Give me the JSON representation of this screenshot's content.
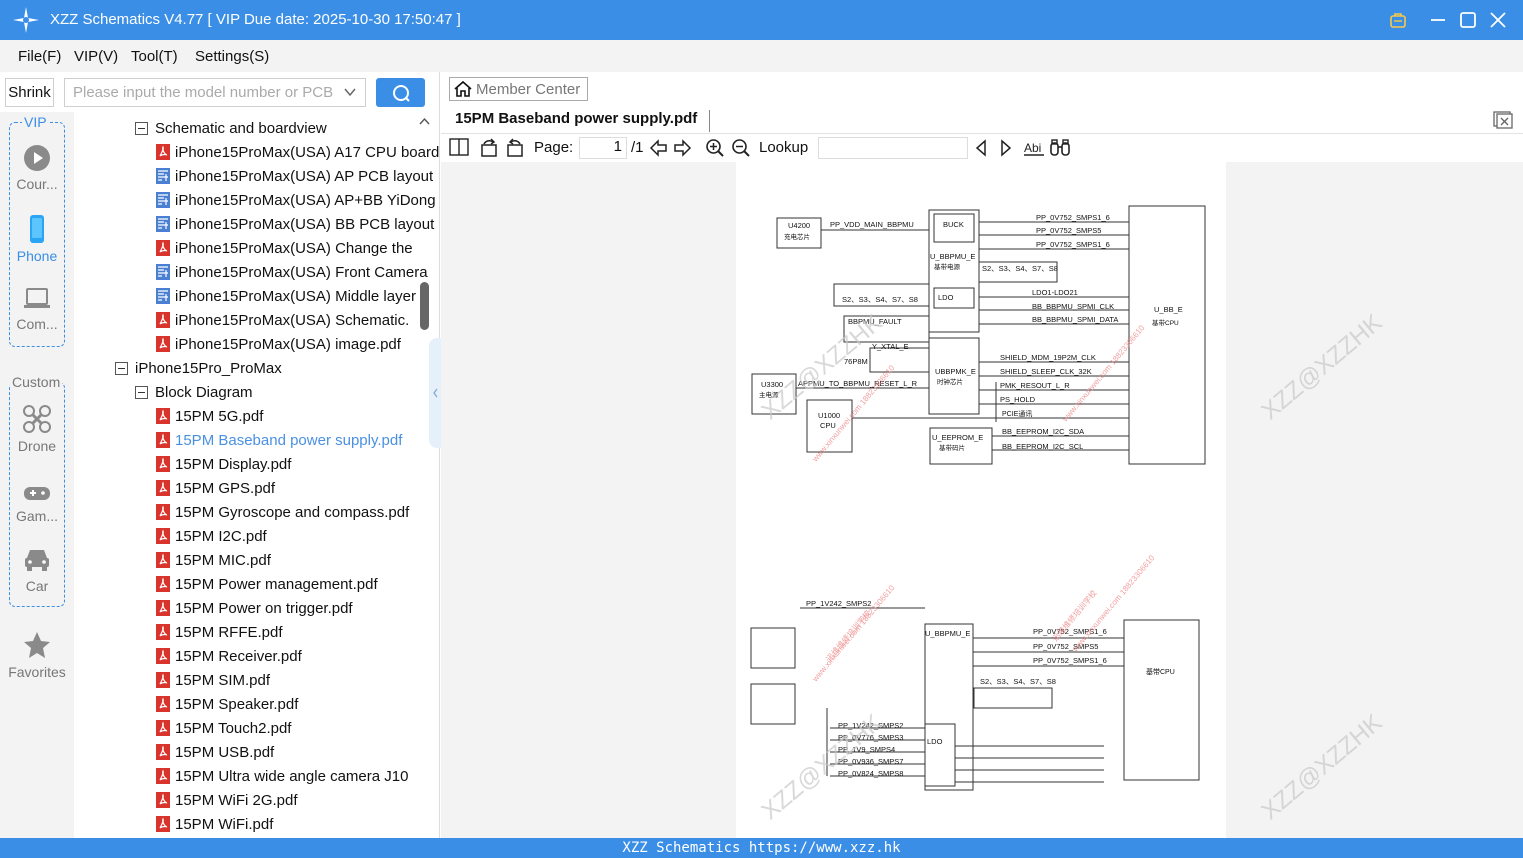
{
  "window": {
    "title": "XZZ Schematics V4.77 [ VIP Due date: 2025-10-30 17:50:47 ]"
  },
  "menu": [
    {
      "label": "File(F)"
    },
    {
      "label": "VIP(V)"
    },
    {
      "label": "Tool(T)"
    },
    {
      "label": "Settings(S)"
    }
  ],
  "left": {
    "shrink_label": "Shrink",
    "search_placeholder": "Please input the model number or PCB"
  },
  "categories": {
    "vip_label": "VIP",
    "custom_label": "Custom",
    "items": [
      {
        "label": "Cour..."
      },
      {
        "label": "Phone"
      },
      {
        "label": "Com..."
      },
      {
        "label": "Drone"
      },
      {
        "label": "Gam..."
      },
      {
        "label": "Car"
      }
    ],
    "favorites_label": "Favorites",
    "active": "Phone"
  },
  "tree": [
    {
      "label": "Schematic and boardview",
      "type": "folder"
    },
    {
      "label": "iPhone15ProMax(USA) A17 CPU board",
      "type": "pdf"
    },
    {
      "label": "iPhone15ProMax(USA) AP PCB layout",
      "type": "pcb"
    },
    {
      "label": "iPhone15ProMax(USA) AP+BB YiDong",
      "type": "pcb"
    },
    {
      "label": "iPhone15ProMax(USA) BB PCB layout",
      "type": "pcb"
    },
    {
      "label": "iPhone15ProMax(USA) Change the",
      "type": "pdf"
    },
    {
      "label": "iPhone15ProMax(USA) Front Camera",
      "type": "pcb"
    },
    {
      "label": "iPhone15ProMax(USA) Middle layer",
      "type": "pcb"
    },
    {
      "label": "iPhone15ProMax(USA) Schematic.",
      "type": "pdf"
    },
    {
      "label": "iPhone15ProMax(USA) image.pdf",
      "type": "pdf"
    },
    {
      "label": "iPhone15Pro_ProMax",
      "type": "folder"
    },
    {
      "label": "Block Diagram",
      "type": "folder"
    },
    {
      "label": "15PM 5G.pdf",
      "type": "pdf"
    },
    {
      "label": "15PM Baseband power supply.pdf",
      "type": "pdf"
    },
    {
      "label": "15PM Display.pdf",
      "type": "pdf"
    },
    {
      "label": "15PM GPS.pdf",
      "type": "pdf"
    },
    {
      "label": "15PM Gyroscope and compass.pdf",
      "type": "pdf"
    },
    {
      "label": "15PM I2C.pdf",
      "type": "pdf"
    },
    {
      "label": "15PM MIC.pdf",
      "type": "pdf"
    },
    {
      "label": "15PM Power management.pdf",
      "type": "pdf"
    },
    {
      "label": "15PM Power on trigger.pdf",
      "type": "pdf"
    },
    {
      "label": "15PM RFFE.pdf",
      "type": "pdf"
    },
    {
      "label": "15PM Receiver.pdf",
      "type": "pdf"
    },
    {
      "label": "15PM SIM.pdf",
      "type": "pdf"
    },
    {
      "label": "15PM Speaker.pdf",
      "type": "pdf"
    },
    {
      "label": "15PM Touch2.pdf",
      "type": "pdf"
    },
    {
      "label": "15PM USB.pdf",
      "type": "pdf"
    },
    {
      "label": "15PM Ultra wide angle camera J10",
      "type": "pdf"
    },
    {
      "label": "15PM WiFi 2G.pdf",
      "type": "pdf"
    },
    {
      "label": "15PM WiFi.pdf",
      "type": "pdf"
    }
  ],
  "tree_selected": "15PM Baseband power supply.pdf",
  "viewer": {
    "member_center": "Member Center",
    "tab_title": "15PM Baseband power supply.pdf",
    "page_label": "Page:",
    "page_current": "1",
    "page_total": "/1",
    "lookup_label": "Lookup"
  },
  "schematic": {
    "top": {
      "u4200": "U4200",
      "u4200_cn": "充电芯片",
      "pp_vdd": "PP_VDD_MAIN_BBPMU",
      "buck": "BUCK",
      "ubbpmu": "U_BBPMU_E",
      "ubbpmu_cn": "基带电源",
      "out1": "PP_0V752_SMPS1_6",
      "out2": "PP_0V752_SMPS5",
      "out3": "PP_0V752_SMPS1_6",
      "s_list1": "S2、S3、S4、S7、S8",
      "s_list2": "S2、S3、S4、S7、S8",
      "ldo": "LDO",
      "ldo_range": "LDO1-LDO21",
      "spmi_clk": "BB_BBPMU_SPMI_CLK",
      "spmi_data": "BB_BBPMU_SPMI_DATA",
      "fault": "BBPMU_FAULT",
      "xtal": "Y_XTAL_E",
      "f76": "76P8M",
      "ubbpmk": "UBBPMK_E",
      "ubbpmk_cn": "时钟芯片",
      "u3300": "U3300",
      "u3300_cn": "主电源",
      "reset": "APPMU_TO_BBPMU_RESET_L_R",
      "u1000": "U1000",
      "cpu": "CPU",
      "shield_mdm": "SHIELD_MDM_19P2M_CLK",
      "shield_sleep": "SHIELD_SLEEP_CLK_32K",
      "pmk_resout": "PMK_RESOUT_L_R",
      "ps_hold": "PS_HOLD",
      "pcie": "PCIE通讯",
      "ueeprom": "U_EEPROM_E",
      "ueeprom_cn": "基带码片",
      "eeprom_sda": "BB_EEPROM_I2C_SDA",
      "eeprom_scl": "BB_EEPROM_I2C_SCL",
      "ubbe": "U_BB_E",
      "ubbe_cn": "基带CPU"
    },
    "bottom": {
      "pp1v242": "PP_1V242_SMPS2",
      "ubbpmu": "U_BBPMU_E",
      "out1": "PP_0V752_SMPS1_6",
      "out2": "PP_0V752_SMPS5",
      "out3": "PP_0V752_SMPS1_6",
      "s_list": "S2、S3、S4、S7、S8",
      "in1": "PP_1V242_SMPS2",
      "in2": "PP_0V776_SMPS3",
      "in3": "PP_1V9_SMPS4",
      "in4": "PP_0V936_SMPS7",
      "in5": "PP_0V824_SMPS8",
      "ldo": "LDO",
      "cpu_cn": "基带CPU"
    },
    "watermark1": "XZZ@XZZHK",
    "watermark2": "www.xinxunwei.com 18823306610",
    "watermark3": "迅维维修培训学校"
  },
  "status": {
    "text": "XZZ Schematics https://www.xzz.hk"
  },
  "colors": {
    "accent": "#3a8ee6",
    "selected_text": "#4a90e2",
    "pdf_icon": "#d9342b",
    "pcb_icon": "#4a7fd4"
  }
}
